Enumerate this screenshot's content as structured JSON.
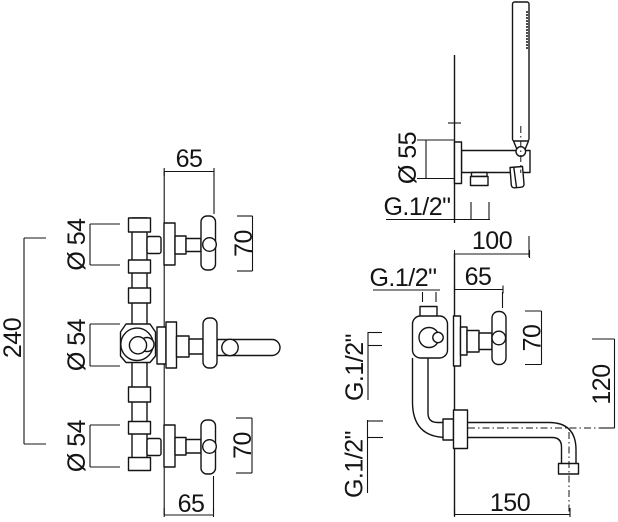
{
  "colors": {
    "line": "#141414",
    "background": "#ffffff"
  },
  "front_view": {
    "top_width": "65",
    "bottom_width": "65",
    "top_handle_height": "70",
    "bottom_handle_height": "70",
    "top_escutcheon_dia": "Ø 54",
    "middle_escutcheon_dia": "Ø 54",
    "bottom_escutcheon_dia": "Ø 54",
    "overall_height": "240"
  },
  "shower_view": {
    "escutcheon_dia": "Ø 55",
    "thread": "G.1/2\"",
    "depth": "100"
  },
  "spout_view": {
    "top_thread": "G.1/2\"",
    "back_thread": "G.1/2\"",
    "bottom_thread": "G.1/2\"",
    "handle_depth": "65",
    "handle_height": "70",
    "spout_drop": "120",
    "spout_reach": "150"
  }
}
